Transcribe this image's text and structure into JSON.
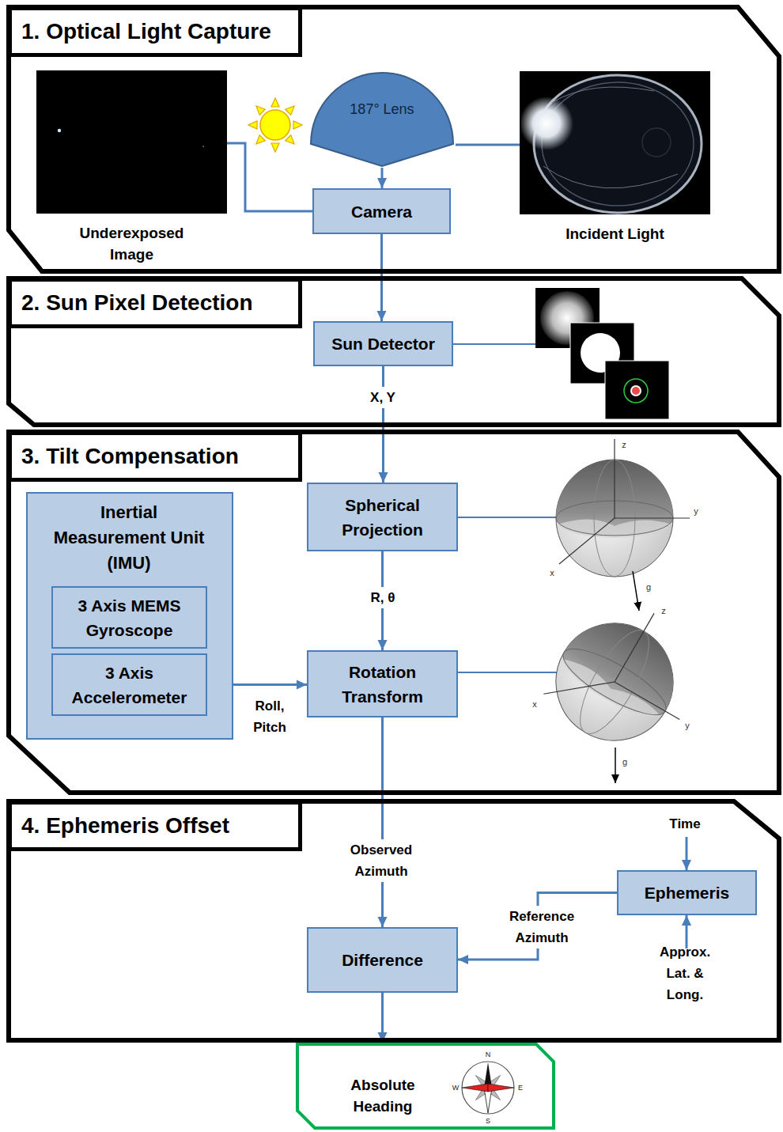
{
  "diagram": {
    "nodes": [
      {
        "text": [
          "1. Optical Light Capture"
        ]
      },
      {
        "text": [
          "Underexposed Image"
        ],
        "in": 0
      },
      {
        "text": [
          "187° Lens"
        ],
        "in": 0
      },
      {
        "text": [
          "Incident Light"
        ],
        "in": 0
      },
      {
        "text": [
          "Camera"
        ],
        "in": 0
      },
      {
        "text": [
          "2. Sun Pixel Detection"
        ]
      },
      {
        "text": [
          "Sun Detector"
        ],
        "in": 5
      },
      {
        "text": [
          "3. Tilt Compensation"
        ]
      },
      {
        "text": [
          "Inertial Measurement Unit (IMU)"
        ],
        "in": 7
      },
      {
        "text": [
          "3 Axis MEMS Gyroscope"
        ],
        "in": 8
      },
      {
        "text": [
          "3 Axis Accelerometer"
        ],
        "in": 8
      },
      {
        "text": [
          "Spherical Projection"
        ],
        "in": 7
      },
      {
        "text": [
          "Rotation Transform"
        ],
        "in": 7
      },
      {
        "text": [
          "4. Ephemeris Offset"
        ]
      },
      {
        "text": [
          "Ephemeris"
        ],
        "in": 13
      },
      {
        "text": [
          "Difference"
        ],
        "in": 13
      },
      {
        "text": [
          "Absolute Heading"
        ]
      }
    ],
    "edges": [
      {
        "from": 1,
        "to": 4,
        "arrow": "none"
      },
      {
        "from": 2,
        "to": 4,
        "arrow": "to"
      },
      {
        "from": 2,
        "to": 3,
        "arrow": "none"
      },
      {
        "from": 4,
        "to": 6,
        "arrow": "to"
      },
      {
        "from": 6,
        "to": 11,
        "label": "X, Y",
        "arrow": "to"
      },
      {
        "from": 11,
        "to": 12,
        "label": "R, θ",
        "arrow": "to"
      },
      {
        "from": 10,
        "to": 12,
        "label": "Roll, Pitch",
        "arrow": "to"
      },
      {
        "from": 12,
        "to": 15,
        "label": "Observed Azimuth",
        "arrow": "to"
      },
      {
        "from": 14,
        "to": 15,
        "label": "Reference Azimuth",
        "arrow": "to"
      },
      {
        "from": 15,
        "to": 16,
        "arrow": "to"
      }
    ],
    "labels": [
      "z",
      "y",
      "x",
      "g",
      "z",
      "x",
      "y",
      "g",
      "Time",
      "Approx. Lat. & Long.",
      "N",
      "E",
      "S",
      "W"
    ]
  }
}
